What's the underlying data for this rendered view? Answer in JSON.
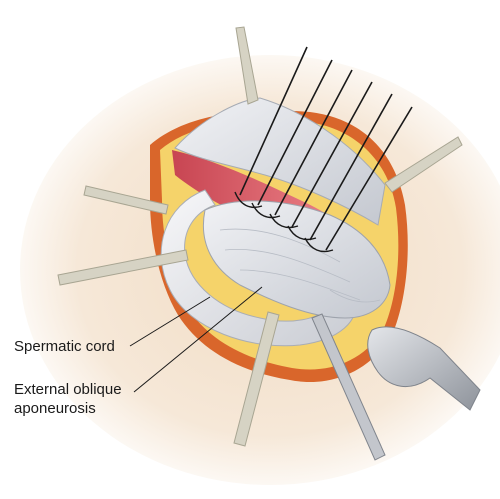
{
  "labels": {
    "spermatic_cord": "Spermatic cord",
    "external_oblique_line1": "External oblique",
    "external_oblique_line2": "aponeurosis"
  },
  "colors": {
    "background": "#ffffff",
    "skin": "#f2dfca",
    "fat": "#f5d36a",
    "wound_rim": "#d9662b",
    "muscle": "#e35a66",
    "tissue": "#e6e9ee",
    "retractor": "#d6d3c4",
    "suture": "#1a1a1a",
    "clamp": "#b9bcc2"
  }
}
